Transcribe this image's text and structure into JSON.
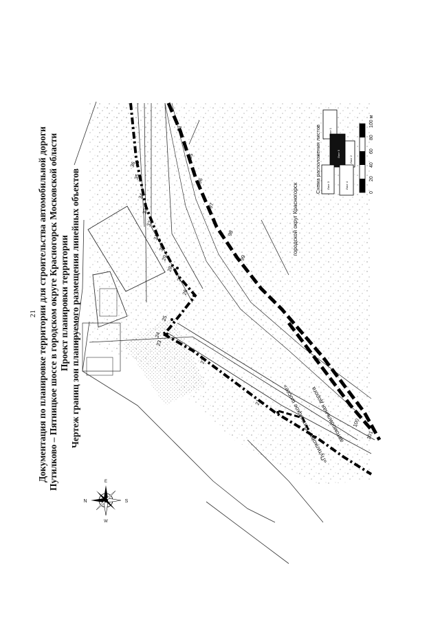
{
  "page": {
    "number": "21"
  },
  "title": {
    "line1": "Документация по планировке территории для строительства автомобильной дороги",
    "line2": "Путилково – Пятницкое шоссе в городском округе Красногорск Московской области",
    "line3": "Проект планировки территории",
    "line4": "Чертеж границ зон планируемого размещения линейных объектов"
  },
  "map": {
    "district_label": "городской округ Красногорск",
    "road_label_1": "«Путилково - Пятницкое шоссе»",
    "road_label_2": "автомобильная дорога",
    "inner_points": [
      "23",
      "24",
      "25",
      "26",
      "27",
      "28",
      "29",
      "30",
      "31",
      "32",
      "33",
      "34",
      "35",
      "36"
    ],
    "outer_points": [
      "94",
      "95",
      "96",
      "97",
      "98",
      "99",
      "100",
      "101"
    ],
    "lower_points": [
      "21",
      "22"
    ]
  },
  "sheet_scheme": {
    "title": "Схема расположения листов",
    "cells": [
      "Лист 1",
      "Лист 2",
      "Лист 3",
      "Лист 4",
      "Лист 5"
    ]
  },
  "scale_bar": {
    "ticks": [
      "0",
      "20",
      "40",
      "60",
      "80",
      "100 м"
    ]
  },
  "compass": {
    "n": "N",
    "s": "S",
    "e": "E",
    "w": "W"
  }
}
